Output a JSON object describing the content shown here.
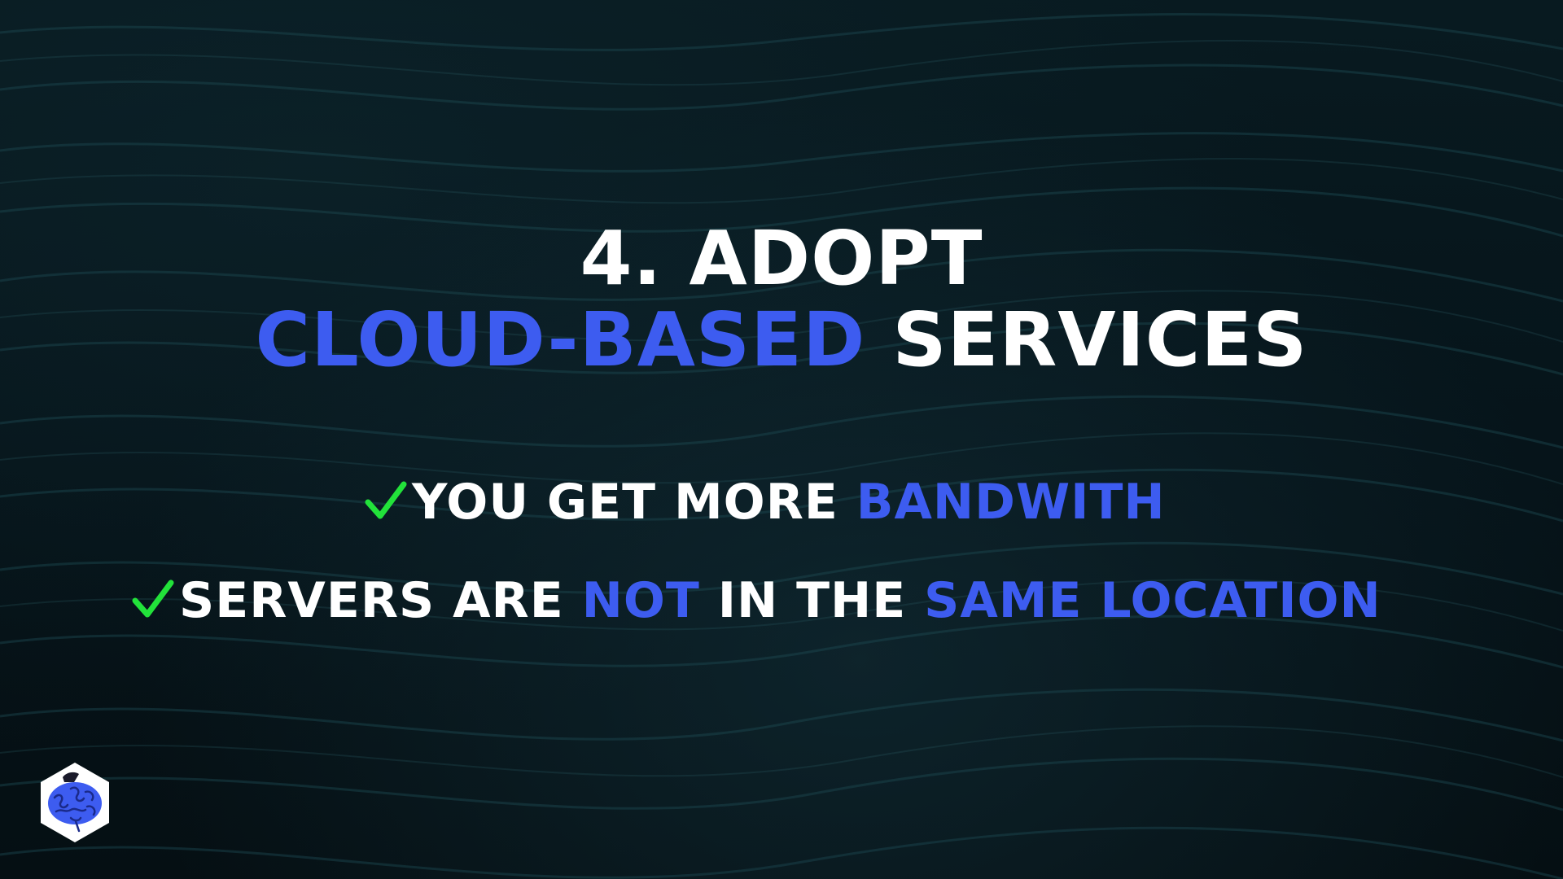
{
  "title": {
    "line1": "4. ADOPT",
    "line2_highlight": "CLOUD-BASED",
    "line2_rest": "SERVICES"
  },
  "bullets": [
    {
      "icon": "check-icon",
      "parts": [
        "YOU GET MORE",
        "BANDWITH"
      ]
    },
    {
      "icon": "check-icon",
      "parts": [
        "SERVERS ARE",
        "NOT",
        "IN THE",
        "SAME LOCATION"
      ]
    }
  ],
  "colors": {
    "accent_blue": "#3d5cf0",
    "check_green": "#22e23a",
    "text_white": "#ffffff",
    "background": "#071318"
  },
  "logo": {
    "icon": "brain-icon"
  }
}
